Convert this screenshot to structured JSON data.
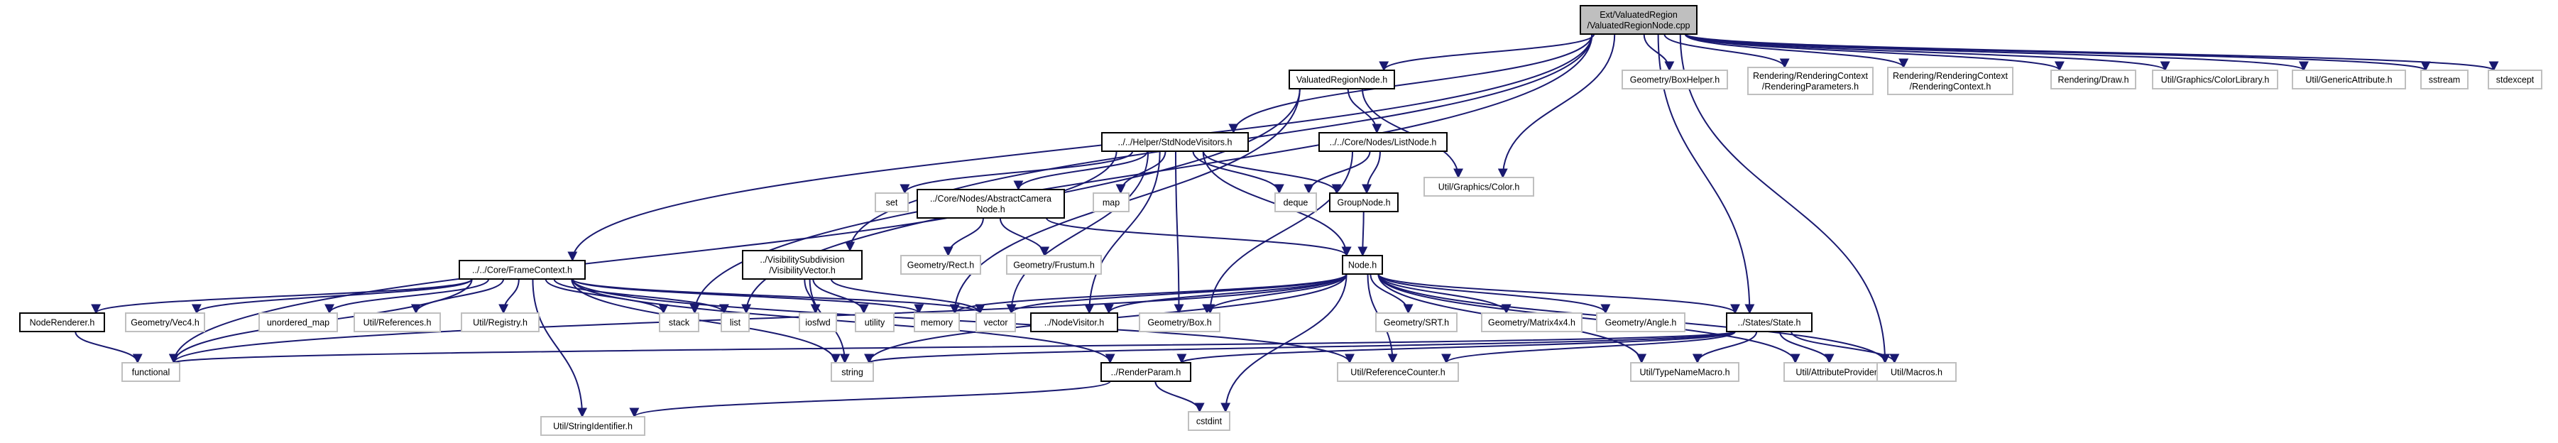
{
  "graph": {
    "colors": {
      "background": "#ffffff",
      "edge": "#191970",
      "node_border_documented": "#000000",
      "node_border_external": "#bfbfbf",
      "node_fill_root": "#bfbfbf",
      "node_fill": "#ffffff"
    },
    "nodes": [
      {
        "id": "root",
        "lines": [
          "Ext/ValuatedRegion",
          "/ValuatedRegionNode.cpp"
        ],
        "kind": "root"
      },
      {
        "id": "vrn_h",
        "lines": [
          "ValuatedRegionNode.h"
        ],
        "kind": "doc"
      },
      {
        "id": "boxhelper",
        "lines": [
          "Geometry/BoxHelper.h"
        ],
        "kind": "ext"
      },
      {
        "id": "rparams",
        "lines": [
          "Rendering/RenderingContext",
          "/RenderingParameters.h"
        ],
        "kind": "ext"
      },
      {
        "id": "rctx",
        "lines": [
          "Rendering/RenderingContext",
          "/RenderingContext.h"
        ],
        "kind": "ext"
      },
      {
        "id": "draw",
        "lines": [
          "Rendering/Draw.h"
        ],
        "kind": "ext"
      },
      {
        "id": "colorlib",
        "lines": [
          "Util/Graphics/ColorLibrary.h"
        ],
        "kind": "ext"
      },
      {
        "id": "genattr",
        "lines": [
          "Util/GenericAttribute.h"
        ],
        "kind": "ext"
      },
      {
        "id": "sstream",
        "lines": [
          "sstream"
        ],
        "kind": "ext"
      },
      {
        "id": "stdexcept",
        "lines": [
          "stdexcept"
        ],
        "kind": "ext"
      },
      {
        "id": "stdvis",
        "lines": [
          "../../Helper/StdNodeVisitors.h"
        ],
        "kind": "doc"
      },
      {
        "id": "listnode",
        "lines": [
          "../../Core/Nodes/ListNode.h"
        ],
        "kind": "doc"
      },
      {
        "id": "color",
        "lines": [
          "Util/Graphics/Color.h"
        ],
        "kind": "ext"
      },
      {
        "id": "set",
        "lines": [
          "set"
        ],
        "kind": "ext"
      },
      {
        "id": "abscam",
        "lines": [
          "../Core/Nodes/AbstractCamera",
          "Node.h"
        ],
        "kind": "doc"
      },
      {
        "id": "map",
        "lines": [
          "map"
        ],
        "kind": "ext"
      },
      {
        "id": "deque",
        "lines": [
          "deque"
        ],
        "kind": "ext"
      },
      {
        "id": "groupnode",
        "lines": [
          "GroupNode.h"
        ],
        "kind": "doc"
      },
      {
        "id": "rect",
        "lines": [
          "Geometry/Rect.h"
        ],
        "kind": "ext"
      },
      {
        "id": "frustum",
        "lines": [
          "Geometry/Frustum.h"
        ],
        "kind": "ext"
      },
      {
        "id": "node_h",
        "lines": [
          "Node.h"
        ],
        "kind": "doc"
      },
      {
        "id": "framectx",
        "lines": [
          "../../Core/FrameContext.h"
        ],
        "kind": "doc"
      },
      {
        "id": "visvec",
        "lines": [
          "../VisibilitySubdivision",
          "/VisibilityVector.h"
        ],
        "kind": "doc"
      },
      {
        "id": "noderenderer",
        "lines": [
          "NodeRenderer.h"
        ],
        "kind": "doc"
      },
      {
        "id": "vec4",
        "lines": [
          "Geometry/Vec4.h"
        ],
        "kind": "ext"
      },
      {
        "id": "umap",
        "lines": [
          "unordered_map"
        ],
        "kind": "ext"
      },
      {
        "id": "refs",
        "lines": [
          "Util/References.h"
        ],
        "kind": "ext"
      },
      {
        "id": "registry",
        "lines": [
          "Util/Registry.h"
        ],
        "kind": "ext"
      },
      {
        "id": "stack",
        "lines": [
          "stack"
        ],
        "kind": "ext"
      },
      {
        "id": "list",
        "lines": [
          "list"
        ],
        "kind": "ext"
      },
      {
        "id": "iosfwd",
        "lines": [
          "iosfwd"
        ],
        "kind": "ext"
      },
      {
        "id": "utility",
        "lines": [
          "utility"
        ],
        "kind": "ext"
      },
      {
        "id": "memory",
        "lines": [
          "memory"
        ],
        "kind": "ext"
      },
      {
        "id": "vector",
        "lines": [
          "vector"
        ],
        "kind": "ext"
      },
      {
        "id": "nodevisitor",
        "lines": [
          "../NodeVisitor.h"
        ],
        "kind": "doc"
      },
      {
        "id": "box",
        "lines": [
          "Geometry/Box.h"
        ],
        "kind": "ext"
      },
      {
        "id": "srt",
        "lines": [
          "Geometry/SRT.h"
        ],
        "kind": "ext"
      },
      {
        "id": "mat4",
        "lines": [
          "Geometry/Matrix4x4.h"
        ],
        "kind": "ext"
      },
      {
        "id": "angle",
        "lines": [
          "Geometry/Angle.h"
        ],
        "kind": "ext"
      },
      {
        "id": "state",
        "lines": [
          "../States/State.h"
        ],
        "kind": "doc"
      },
      {
        "id": "functional",
        "lines": [
          "functional"
        ],
        "kind": "ext"
      },
      {
        "id": "string",
        "lines": [
          "string"
        ],
        "kind": "ext"
      },
      {
        "id": "renderparam",
        "lines": [
          "../RenderParam.h"
        ],
        "kind": "doc"
      },
      {
        "id": "refcounter",
        "lines": [
          "Util/ReferenceCounter.h"
        ],
        "kind": "ext"
      },
      {
        "id": "typename",
        "lines": [
          "Util/TypeNameMacro.h"
        ],
        "kind": "ext"
      },
      {
        "id": "attrprov",
        "lines": [
          "Util/AttributeProvider.h"
        ],
        "kind": "ext"
      },
      {
        "id": "macros",
        "lines": [
          "Util/Macros.h"
        ],
        "kind": "ext"
      },
      {
        "id": "cstdint",
        "lines": [
          "cstdint"
        ],
        "kind": "ext"
      },
      {
        "id": "stringid",
        "lines": [
          "Util/StringIdentifier.h"
        ],
        "kind": "ext"
      }
    ],
    "edges": [
      [
        "root",
        "vrn_h"
      ],
      [
        "root",
        "boxhelper"
      ],
      [
        "root",
        "rparams"
      ],
      [
        "root",
        "rctx"
      ],
      [
        "root",
        "draw"
      ],
      [
        "root",
        "colorlib"
      ],
      [
        "root",
        "genattr"
      ],
      [
        "root",
        "sstream"
      ],
      [
        "root",
        "stdexcept"
      ],
      [
        "root",
        "stdvis"
      ],
      [
        "root",
        "framectx"
      ],
      [
        "root",
        "visvec"
      ],
      [
        "root",
        "state"
      ],
      [
        "root",
        "stack"
      ],
      [
        "root",
        "macros"
      ],
      [
        "root",
        "color"
      ],
      [
        "vrn_h",
        "listnode"
      ],
      [
        "vrn_h",
        "color"
      ],
      [
        "vrn_h",
        "list"
      ],
      [
        "vrn_h",
        "memory"
      ],
      [
        "listnode",
        "groupnode"
      ],
      [
        "listnode",
        "deque"
      ],
      [
        "listnode",
        "box"
      ],
      [
        "stdvis",
        "set"
      ],
      [
        "stdvis",
        "abscam"
      ],
      [
        "stdvis",
        "map"
      ],
      [
        "stdvis",
        "deque"
      ],
      [
        "stdvis",
        "groupnode"
      ],
      [
        "stdvis",
        "node_h"
      ],
      [
        "stdvis",
        "nodevisitor"
      ],
      [
        "stdvis",
        "box"
      ],
      [
        "stdvis",
        "vector"
      ],
      [
        "stdvis",
        "functional"
      ],
      [
        "abscam",
        "rect"
      ],
      [
        "abscam",
        "frustum"
      ],
      [
        "abscam",
        "node_h"
      ],
      [
        "groupnode",
        "node_h"
      ],
      [
        "node_h",
        "vector"
      ],
      [
        "node_h",
        "memory"
      ],
      [
        "node_h",
        "nodevisitor"
      ],
      [
        "node_h",
        "box"
      ],
      [
        "node_h",
        "srt"
      ],
      [
        "node_h",
        "mat4"
      ],
      [
        "node_h",
        "angle"
      ],
      [
        "node_h",
        "state"
      ],
      [
        "node_h",
        "string"
      ],
      [
        "node_h",
        "functional"
      ],
      [
        "node_h",
        "refcounter"
      ],
      [
        "node_h",
        "cstdint"
      ],
      [
        "node_h",
        "typename"
      ],
      [
        "node_h",
        "attrprov"
      ],
      [
        "node_h",
        "macros"
      ],
      [
        "framectx",
        "noderenderer"
      ],
      [
        "framectx",
        "vec4"
      ],
      [
        "framectx",
        "umap"
      ],
      [
        "framectx",
        "refs"
      ],
      [
        "framectx",
        "registry"
      ],
      [
        "framectx",
        "stack"
      ],
      [
        "framectx",
        "list"
      ],
      [
        "framectx",
        "memory"
      ],
      [
        "framectx",
        "vector"
      ],
      [
        "framectx",
        "functional"
      ],
      [
        "framectx",
        "string"
      ],
      [
        "framectx",
        "renderparam"
      ],
      [
        "framectx",
        "refcounter"
      ],
      [
        "framectx",
        "stringid"
      ],
      [
        "visvec",
        "iosfwd"
      ],
      [
        "visvec",
        "utility"
      ],
      [
        "visvec",
        "vector"
      ],
      [
        "visvec",
        "string"
      ],
      [
        "noderenderer",
        "functional"
      ],
      [
        "state",
        "functional"
      ],
      [
        "state",
        "string"
      ],
      [
        "state",
        "renderparam"
      ],
      [
        "state",
        "refcounter"
      ],
      [
        "state",
        "typename"
      ],
      [
        "state",
        "attrprov"
      ],
      [
        "state",
        "macros"
      ],
      [
        "renderparam",
        "stringid"
      ],
      [
        "renderparam",
        "cstdint"
      ]
    ]
  }
}
